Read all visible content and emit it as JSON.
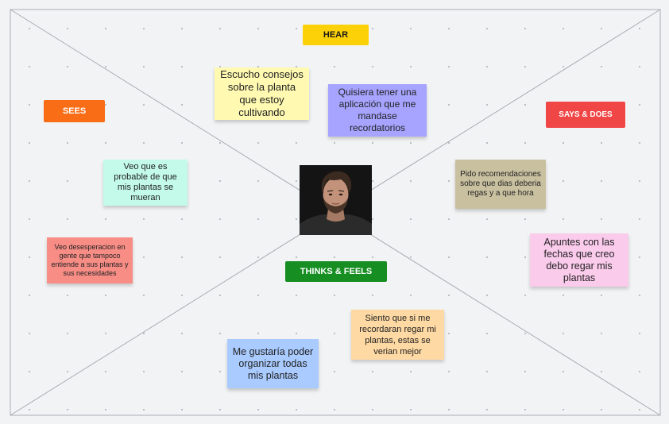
{
  "labels": {
    "hear": "HEAR",
    "sees": "SEES",
    "says_does": "SAYS & DOES",
    "thinks_feels": "THINKS & FEELS"
  },
  "notes": {
    "hear_1": "Escucho consejos sobre la planta que estoy cultivando",
    "hear_2": "Quisiera tener una aplicación que me mandase recordatorios",
    "sees_1": "Veo que es probable de que mis plantas se mueran",
    "sees_2": "Veo desesperacion en gente que tampoco entiende a sus plantas y sus necesidades",
    "says_1": "Pido recomendaciones sobre que dias deberia regas y a que hora",
    "says_2": "Apuntes con las fechas que creo debo regar mis plantas",
    "thinks_1": "Siento que si me recordaran regar mi plantas, estas se verian mejor",
    "thinks_2": "Me gustaría poder organizar todas mis plantas"
  },
  "colors": {
    "hear_tag": "#fcd107",
    "sees_tag": "#f86d16",
    "says_tag": "#f04646",
    "thinks_tag": "#168e22",
    "note_yellow": "#fff9b1",
    "note_violet": "#a6a4ff",
    "note_mint": "#c3faea",
    "note_tan": "#c9c0a0",
    "note_red": "#f88d86",
    "note_pink": "#fbcbec",
    "note_orange": "#fed9a3",
    "note_blue": "#a9cbff"
  }
}
